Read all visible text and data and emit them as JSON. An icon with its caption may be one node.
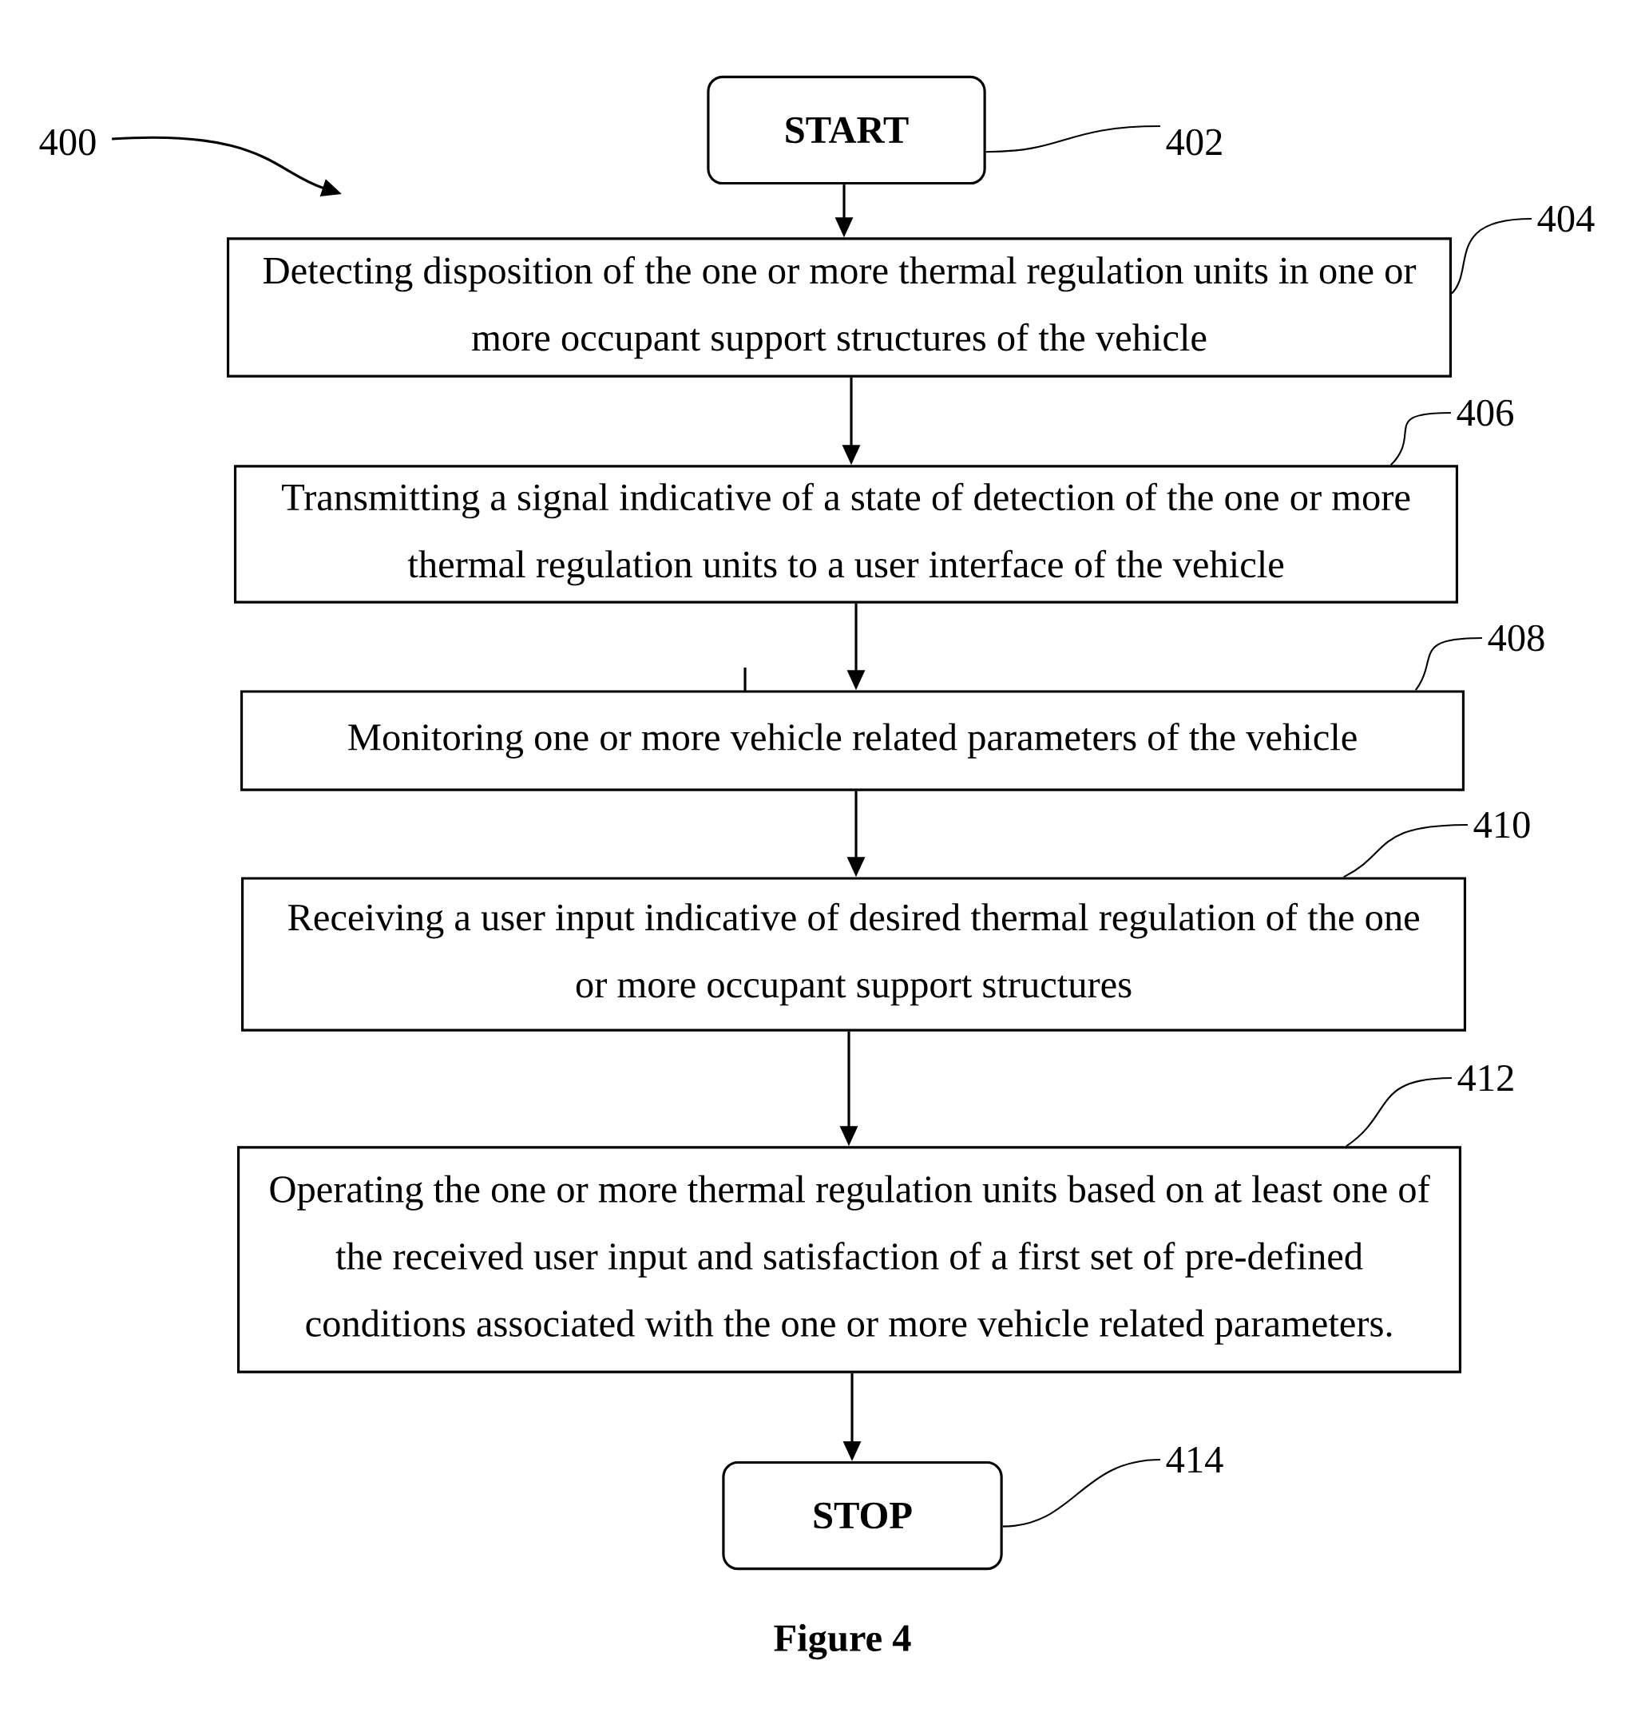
{
  "diagram": {
    "caption": "Figure 4",
    "nodes": [
      {
        "text": [
          "START"
        ]
      },
      {
        "text": [
          "Detecting disposition of the one or more thermal regulation units in one or more occupant support structures of the vehicle"
        ]
      },
      {
        "text": [
          "Transmitting a signal indicative of a state of detection of the one or more thermal regulation units to a user interface of the vehicle"
        ]
      },
      {
        "text": [
          "Monitoring one or more vehicle related parameters of the vehicle"
        ]
      },
      {
        "text": [
          "Receiving a user input indicative of desired thermal regulation of the one or more occupant support structures"
        ]
      },
      {
        "text": [
          "Operating the one or more thermal regulation units based on at least one of the received user input and satisfaction of a first set of pre-defined conditions associated with the one or more vehicle related parameters."
        ]
      },
      {
        "text": [
          "STOP"
        ]
      },
      {
        "text": [
          "400"
        ]
      },
      {
        "text": [
          "402"
        ]
      },
      {
        "text": [
          "404"
        ]
      },
      {
        "text": [
          "406"
        ]
      },
      {
        "text": [
          "408"
        ]
      },
      {
        "text": [
          "410"
        ]
      },
      {
        "text": [
          "412"
        ]
      },
      {
        "text": [
          "414"
        ]
      }
    ],
    "edges": [
      {
        "from": 0,
        "to": 1,
        "arrow": "to"
      },
      {
        "from": 1,
        "to": 2,
        "arrow": "to"
      },
      {
        "from": 2,
        "to": 3,
        "arrow": "to"
      },
      {
        "from": 3,
        "to": 4,
        "arrow": "to"
      },
      {
        "from": 4,
        "to": 5,
        "arrow": "to"
      },
      {
        "from": 5,
        "to": 6,
        "arrow": "to"
      },
      {
        "from": 7,
        "to": null,
        "arrow": "to"
      },
      {
        "from": 8,
        "to": 0,
        "arrow": "none"
      },
      {
        "from": 9,
        "to": 1,
        "arrow": "none"
      },
      {
        "from": 10,
        "to": 2,
        "arrow": "none"
      },
      {
        "from": 11,
        "to": 3,
        "arrow": "none"
      },
      {
        "from": 12,
        "to": 4,
        "arrow": "none"
      },
      {
        "from": 13,
        "to": 5,
        "arrow": "none"
      },
      {
        "from": 14,
        "to": 6,
        "arrow": "none"
      }
    ]
  }
}
